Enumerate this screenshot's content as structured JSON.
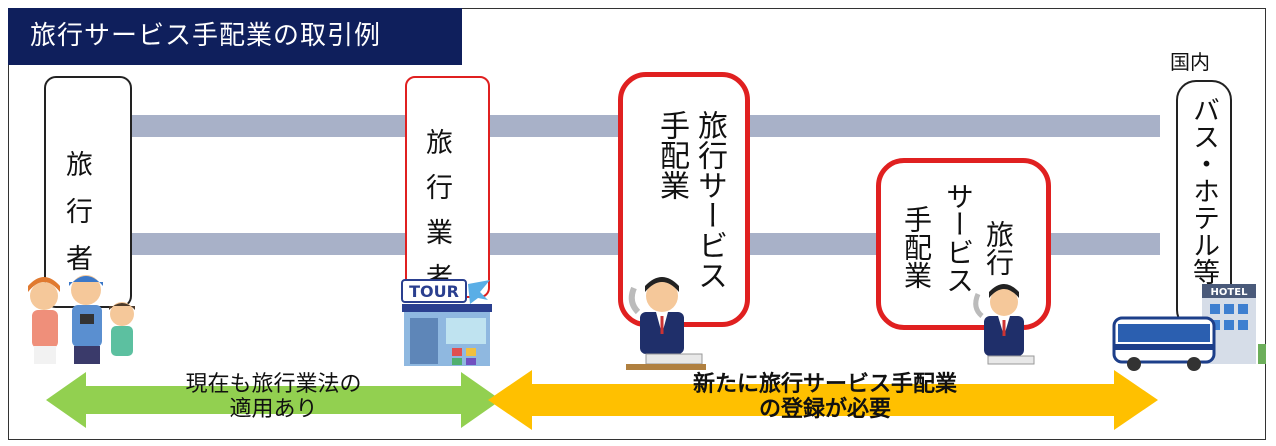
{
  "title": "旅行サービス手配業の取引例",
  "domestic_label": "国内",
  "entities": {
    "traveler": "旅行者",
    "travel_agency": "旅行業者",
    "handler_1": "旅行サービス手配業",
    "handler_2_col1": "旅行",
    "handler_2_col2": "サービス",
    "handler_2_col3": "手配業",
    "supplier": "バス・ホテル等"
  },
  "icons": {
    "tour_sign": "TOUR",
    "hotel_sign": "HOTEL"
  },
  "arrows": {
    "left": {
      "line1": "現在も旅行業法の",
      "line2": "適用あり",
      "color": "#92d050"
    },
    "right": {
      "line1": "新たに旅行サービス手配業",
      "line2": "の登録が必要",
      "color": "#ffc000"
    }
  },
  "colors": {
    "title_bg": "#0f1f5c",
    "connector": "#a8b1c8",
    "highlight_border": "#e02020"
  }
}
